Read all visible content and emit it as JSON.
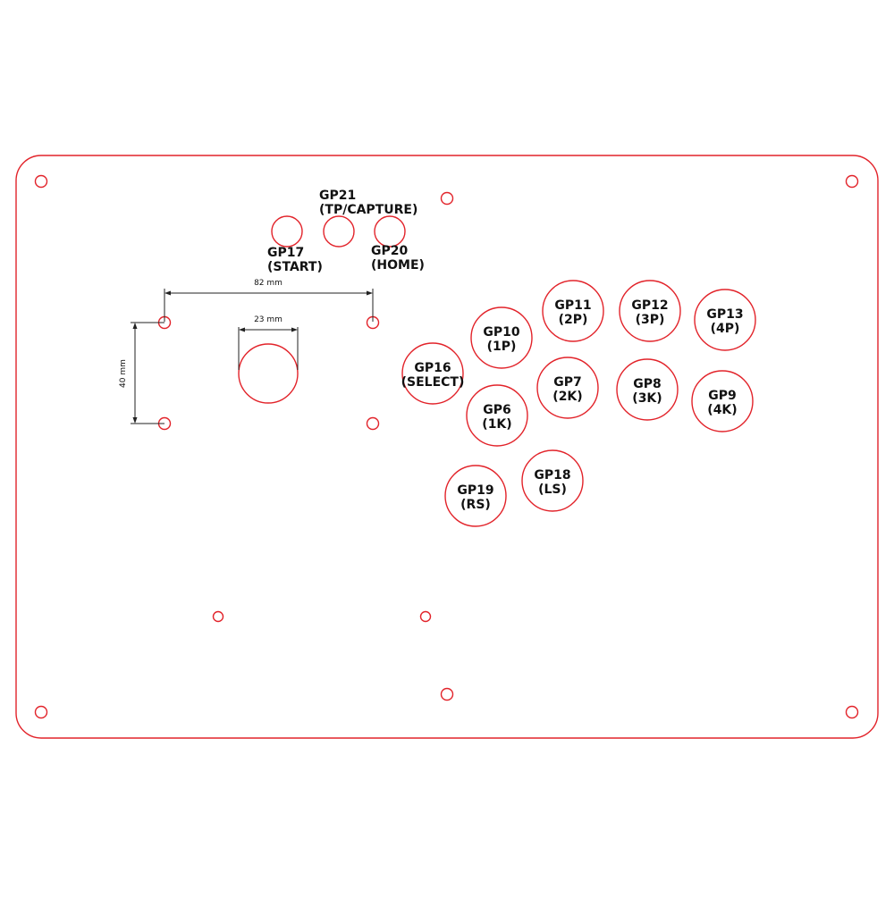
{
  "colors": {
    "cut_line": "#e2232a",
    "text": "#111111",
    "dimension": "#222222",
    "background": "#ffffff"
  },
  "dimensions": {
    "lever_spacing_h": "82 mm",
    "lever_spacing_v": "40 mm",
    "lever_hole_diameter": "23 mm"
  },
  "buttons": [
    {
      "id": "gp17",
      "line1": "GP17",
      "line2": "(START)"
    },
    {
      "id": "gp21",
      "line1": "GP21",
      "line2": "(TP/CAPTURE)"
    },
    {
      "id": "gp20",
      "line1": "GP20",
      "line2": "(HOME)"
    },
    {
      "id": "gp16",
      "line1": "GP16",
      "line2": "(SELECT)"
    },
    {
      "id": "gp10",
      "line1": "GP10",
      "line2": "(1P)"
    },
    {
      "id": "gp11",
      "line1": "GP11",
      "line2": "(2P)"
    },
    {
      "id": "gp12",
      "line1": "GP12",
      "line2": "(3P)"
    },
    {
      "id": "gp13",
      "line1": "GP13",
      "line2": "(4P)"
    },
    {
      "id": "gp6",
      "line1": "GP6",
      "line2": "(1K)"
    },
    {
      "id": "gp7",
      "line1": "GP7",
      "line2": "(2K)"
    },
    {
      "id": "gp8",
      "line1": "GP8",
      "line2": "(3K)"
    },
    {
      "id": "gp9",
      "line1": "GP9",
      "line2": "(4K)"
    },
    {
      "id": "gp19",
      "line1": "GP19",
      "line2": "(RS)"
    },
    {
      "id": "gp18",
      "line1": "GP18",
      "line2": "(LS)"
    }
  ]
}
